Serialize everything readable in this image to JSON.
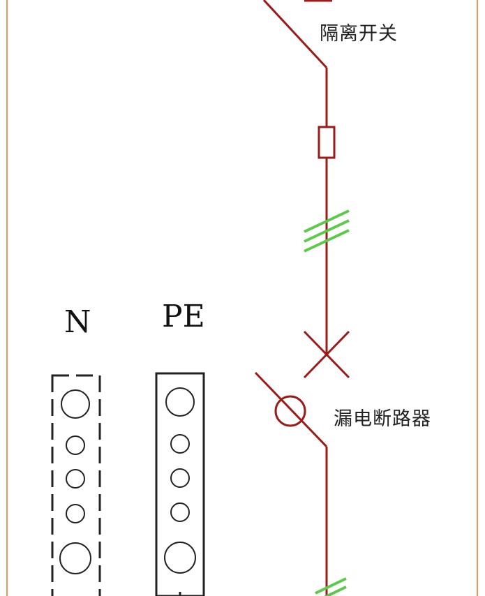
{
  "labels": {
    "isolating_switch": "隔离开关",
    "rcd_breaker": "漏电断路器",
    "n_bar": "N",
    "pe_bar": "PE"
  },
  "colors": {
    "frame": "#e59a5c",
    "conductor": "#9b1b1b",
    "phase_marks": "#5cc94a",
    "busbar": "#222222",
    "background": "#ffffff"
  }
}
